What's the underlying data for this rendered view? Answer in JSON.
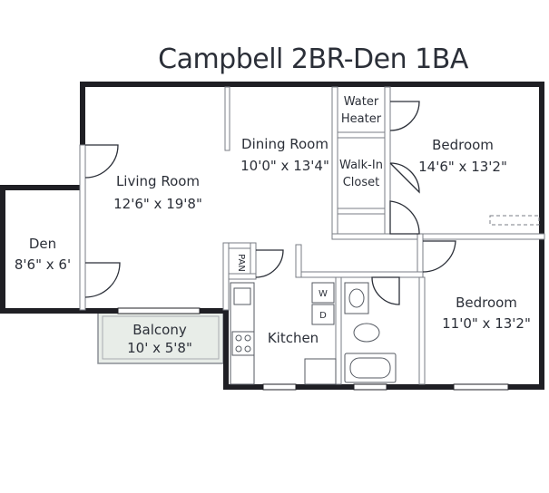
{
  "title": "Campbell 2BR-Den 1BA",
  "rooms": {
    "living": {
      "name": "Living Room",
      "size": "12'6\" x 19'8\""
    },
    "dining": {
      "name": "Dining Room",
      "size": "10'0\" x 13'4\""
    },
    "bedroom1": {
      "name": "Bedroom",
      "size": "14'6\" x 13'2\""
    },
    "bedroom2": {
      "name": "Bedroom",
      "size": "11'0\" x 13'2\""
    },
    "den": {
      "name": "Den",
      "size": "8'6\" x 6'"
    },
    "balcony": {
      "name": "Balcony",
      "size": "10' x 5'8\""
    },
    "kitchen": {
      "name": "Kitchen"
    },
    "water_heater": {
      "line1": "Water",
      "line2": "Heater"
    },
    "closet": {
      "line1": "Walk-In",
      "line2": "Closet"
    },
    "pantry": {
      "name": "PAN"
    },
    "washer": {
      "name": "W"
    },
    "dryer": {
      "name": "D"
    }
  },
  "colors": {
    "wall": "#1f1f24",
    "balcony_fill": "#e8ede8",
    "text": "#2b2f38"
  }
}
